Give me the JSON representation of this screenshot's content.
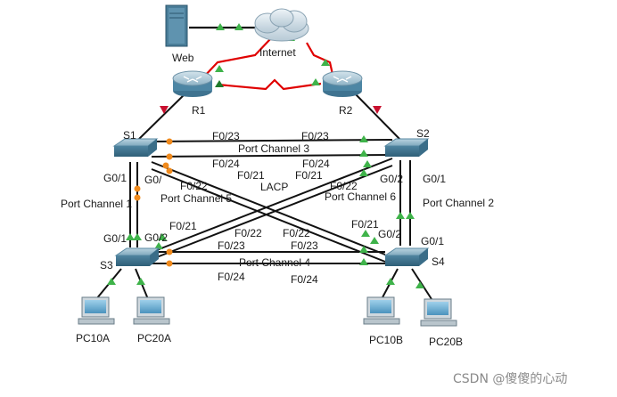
{
  "devices": {
    "web": "Web",
    "internet": "Internet",
    "r1": "R1",
    "r2": "R2",
    "s1": "S1",
    "s2": "S2",
    "s3": "S3",
    "s4": "S4",
    "pc10a": "PC10A",
    "pc20a": "PC20A",
    "pc10b": "PC10B",
    "pc20b": "PC20B"
  },
  "links": {
    "port_channel_1": "Port Channel 1",
    "port_channel_2": "Port Channel 2",
    "port_channel_3": "Port Channel 3",
    "port_channel_4": "Port Channel 4",
    "port_channel_5": "Port Channel 5",
    "port_channel_6": "Port Channel 6",
    "lacp": "LACP"
  },
  "ports": {
    "s1_f023": "F0/23",
    "s2_f023": "F0/23",
    "s1_f024": "F0/24",
    "s2_f024": "F0/24",
    "s1_f021": "F0/21",
    "s2_f021": "F0/21",
    "s1_f022": "F0/22",
    "s2_f022": "F0/22",
    "s1_g01": "G0/1",
    "s1_g02": "G0/",
    "s2_g01": "G0/1",
    "s2_g02": "G0/2",
    "s3_g01": "G0/1",
    "s3_g02": "G0/2",
    "s4_g01": "G0/1",
    "s4_g02": "G0/2",
    "s3_f021": "F0/21",
    "s4_f021": "F0/21",
    "s3_f022": "F0/22",
    "s4_f022": "F0/22",
    "s3_f023": "F0/23",
    "s4_f023": "F0/23",
    "s3_f024": "F0/24",
    "s4_f024": "F0/24"
  },
  "watermark": "CSDN @傻傻的心动",
  "colors": {
    "wan_link": "#e00000",
    "trunk_link": "#111111",
    "port_up": "#3fb34a",
    "port_blocked": "#f08a1c",
    "port_down": "#c8102e",
    "switch_body": "#6f9fb8",
    "router_body": "#7ea6bb"
  }
}
